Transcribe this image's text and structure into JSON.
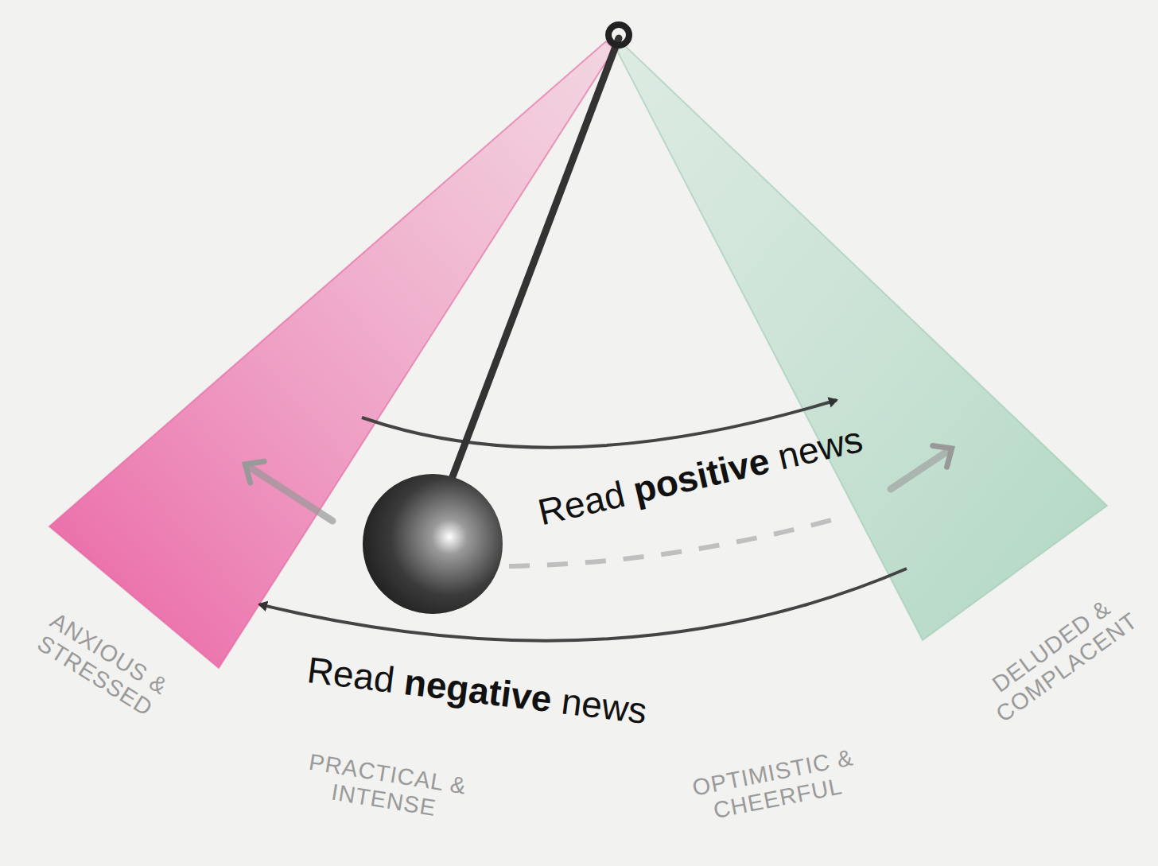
{
  "diagram": {
    "labels": [
      "Read",
      "positive",
      "news",
      "Read",
      "negative",
      "news",
      "ANXIOUS & STRESSED",
      "PRACTICAL & INTENSE",
      "OPTIMISTIC & CHEERFUL",
      "DELUDED & COMPLACENT"
    ]
  }
}
